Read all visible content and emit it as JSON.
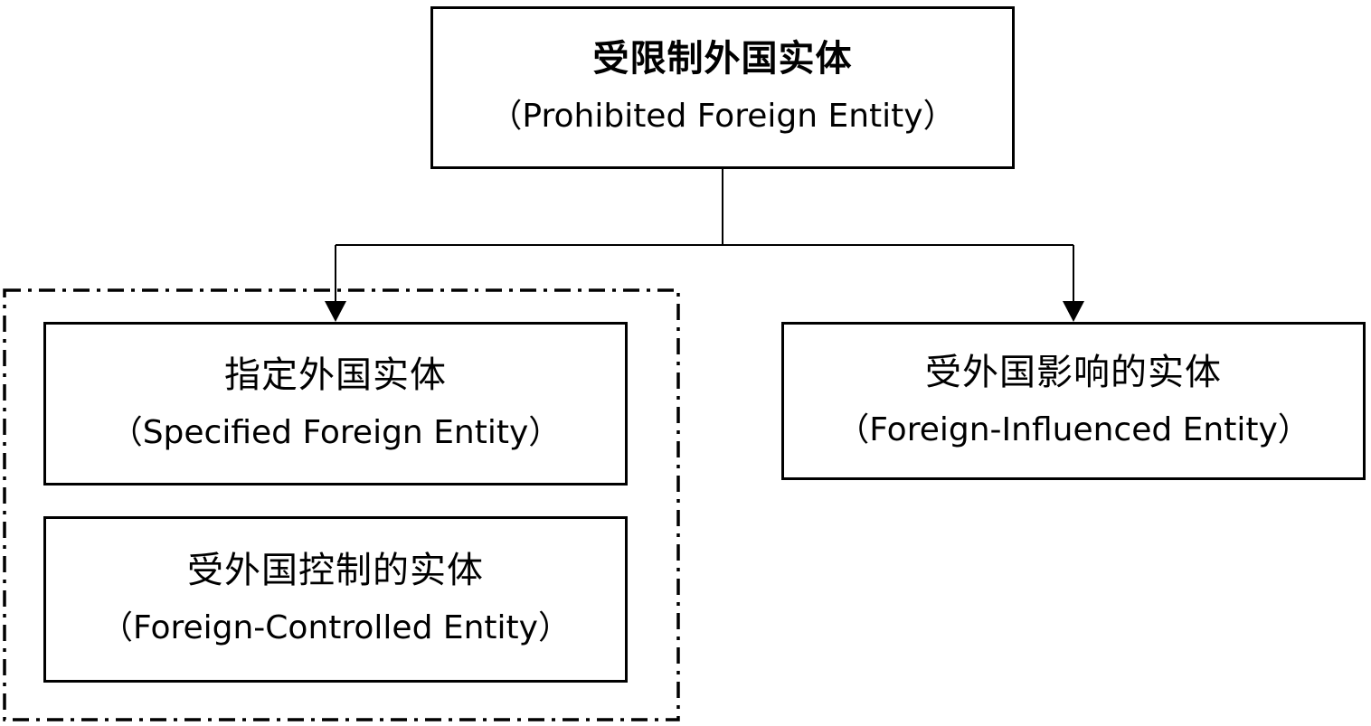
{
  "nodes": {
    "root": {
      "zh": "受限制外国实体",
      "en": "（Prohibited Foreign Entity）"
    },
    "specified": {
      "zh": "指定外国实体",
      "en": "（Specified Foreign Entity）"
    },
    "controlled": {
      "zh": "受外国控制的实体",
      "en": "（Foreign-Controlled Entity）"
    },
    "influenced": {
      "zh": "受外国影响的实体",
      "en": "（Foreign-Influenced Entity）"
    }
  },
  "colors": {
    "line": "#000000",
    "background": "#ffffff"
  }
}
